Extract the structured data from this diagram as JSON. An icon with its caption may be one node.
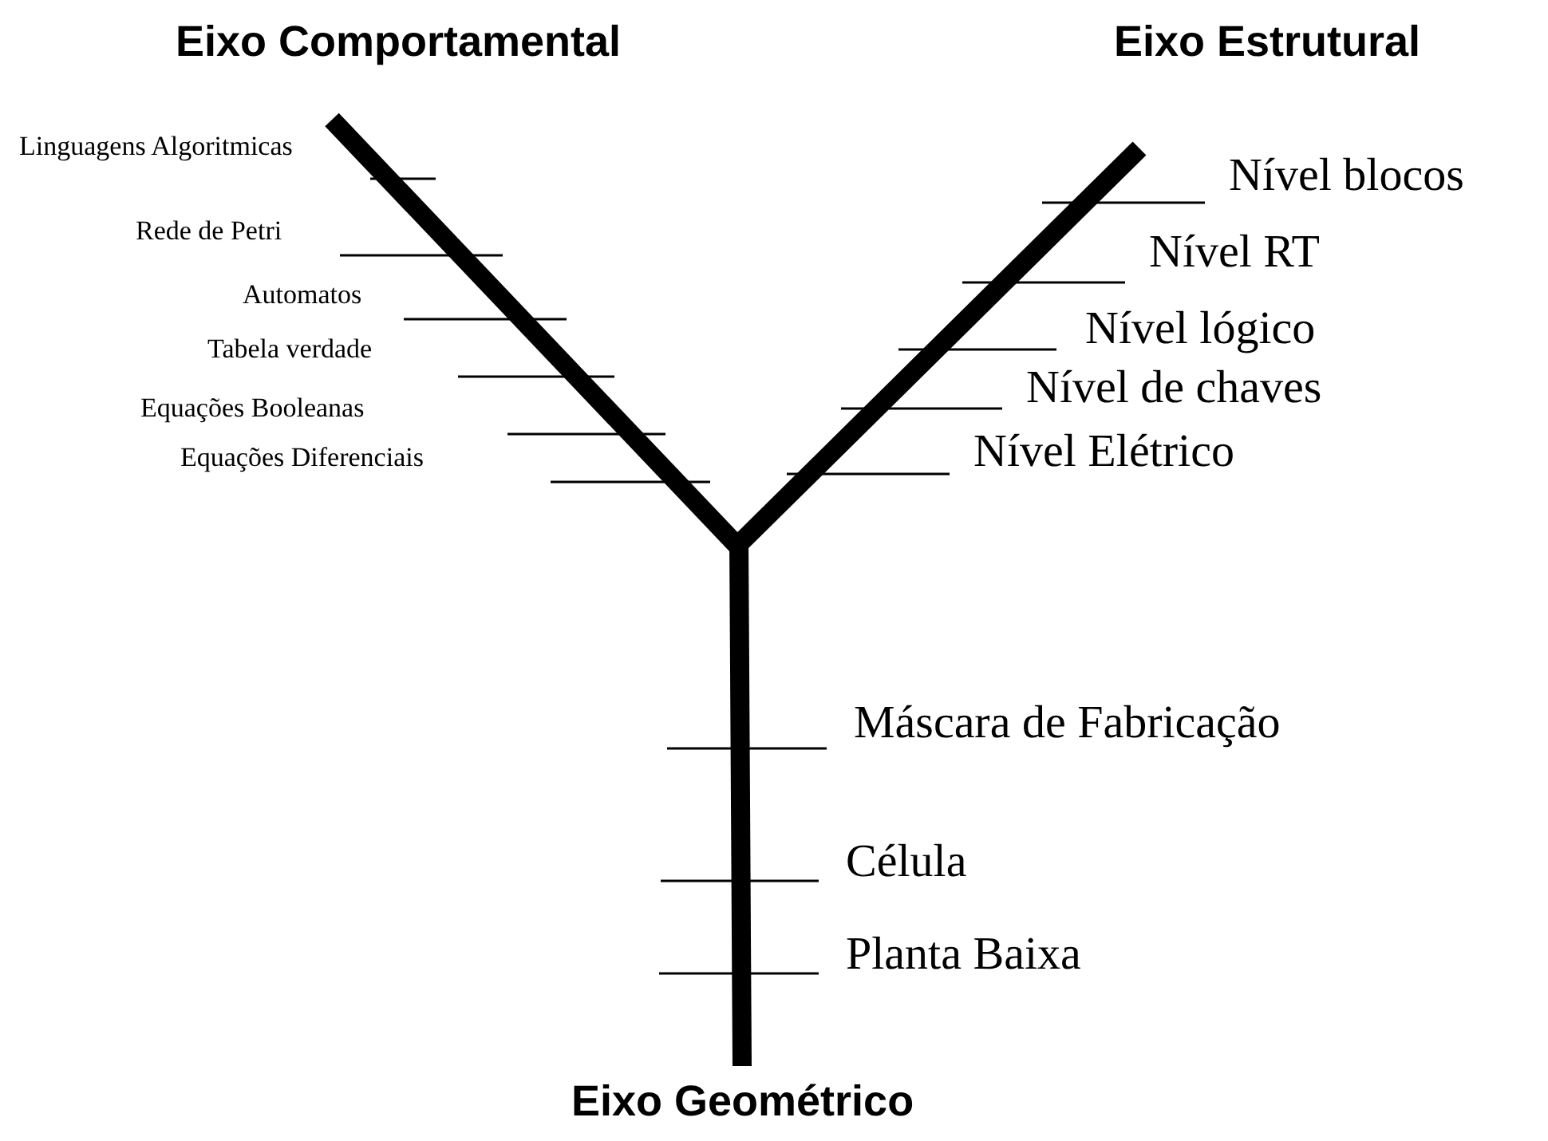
{
  "diagram": {
    "labels": [
      "Eixo Comportamental",
      "Eixo Estrutural",
      "Linguagens Algoritmicas",
      "Nível blocos",
      "Rede de Petri",
      "Nível RT",
      "Automatos",
      "Nível lógico",
      "Tabela verdade",
      "Nível de chaves",
      "Equações Booleanas",
      "Equações Diferenciais",
      "Nível Elétrico",
      "Máscara de Fabricação",
      "Célula",
      "Planta Baixa",
      "Eixo Geométrico"
    ]
  }
}
